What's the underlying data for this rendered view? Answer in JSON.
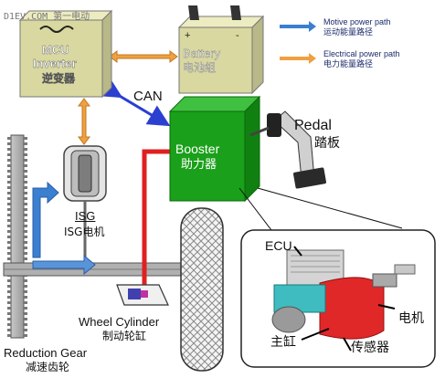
{
  "watermark": "D1EV.COM 第一电动",
  "legend": {
    "motive_en": "Motive power path",
    "motive_zh": "运动能量路径",
    "electrical_en": "Electrical power path",
    "electrical_zh": "电力能量路径"
  },
  "mcu": {
    "line1": "MCU",
    "line2": "Inverter",
    "zh": "逆变器"
  },
  "battery": {
    "plus": "+",
    "minus": "-",
    "en": "Battery",
    "zh": "电池组"
  },
  "can_label": "CAN",
  "booster": {
    "en": "Booster",
    "zh": "助力器"
  },
  "pedal": {
    "en": "Pedal",
    "zh": "踏板"
  },
  "isg": {
    "en": "ISG",
    "zh": "ISG电机"
  },
  "wheel_cylinder": {
    "en": "Wheel Cylinder",
    "zh": "制动轮缸"
  },
  "reduction_gear": {
    "en": "Reduction Gear",
    "zh": "减速齿轮"
  },
  "inset": {
    "ecu": "ECU",
    "motor_zh": "电机",
    "master_cyl_zh": "主缸",
    "sensor_zh": "传感器"
  },
  "colors": {
    "box_fill": "#d8d8a0",
    "booster_green": "#1aa01a",
    "motive_blue": "#3a7fd0",
    "electrical_orange": "#f0a040",
    "can_blue": "#2b3fd0",
    "hydraulic_red": "#e02020"
  }
}
